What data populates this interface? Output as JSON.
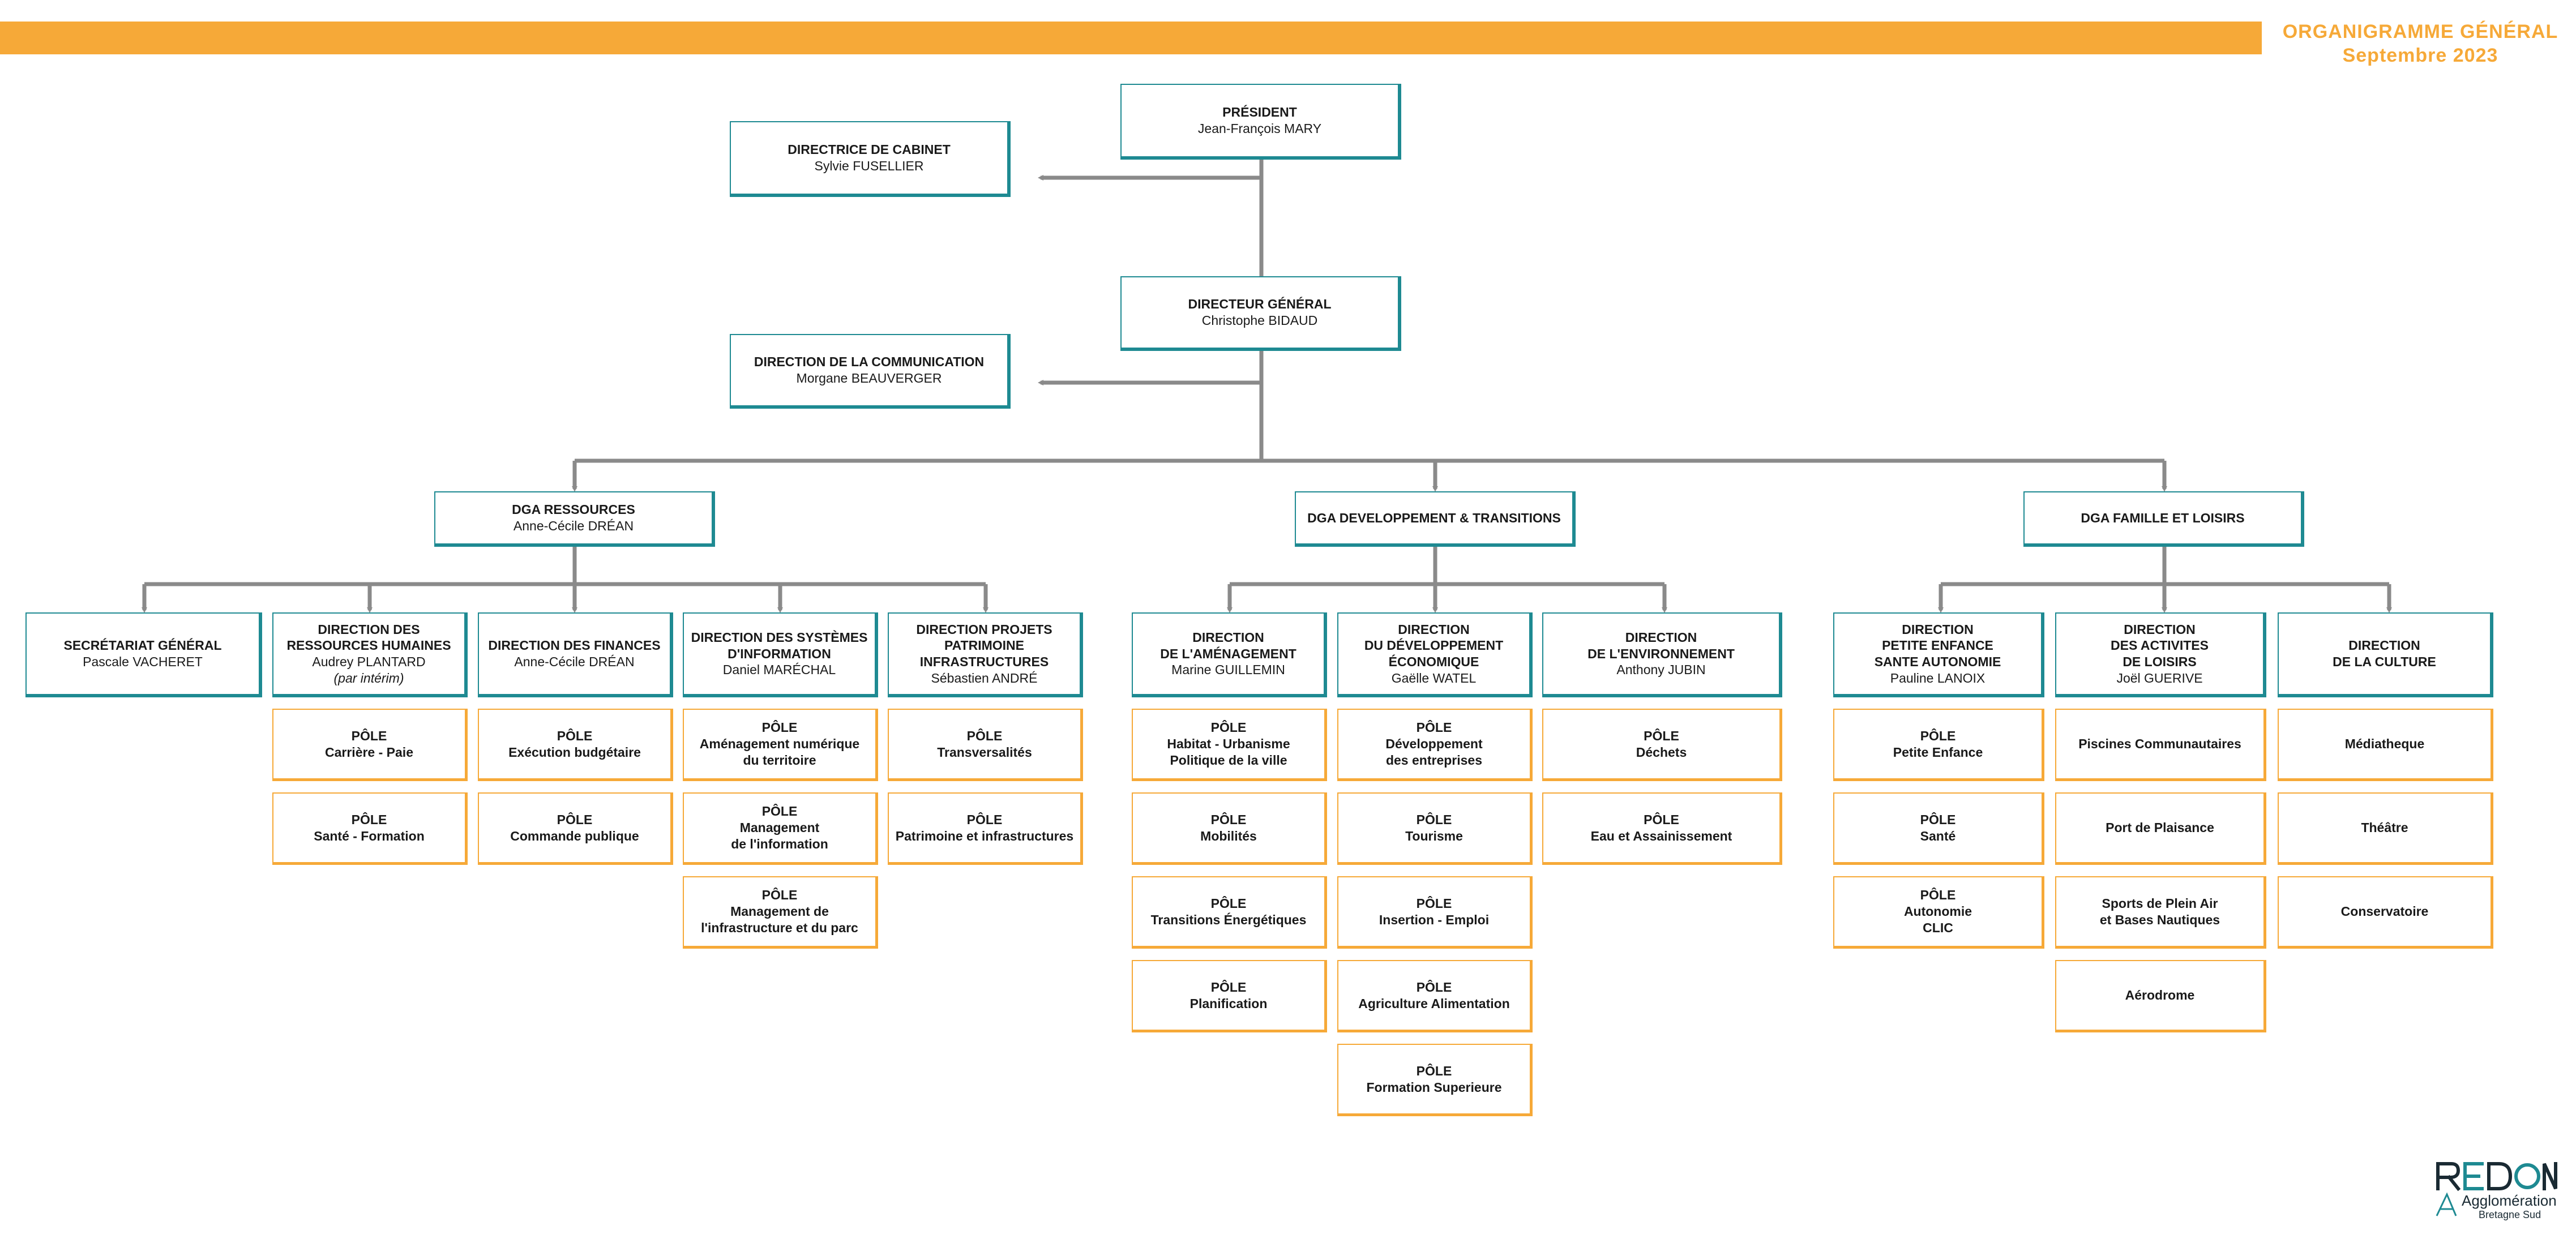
{
  "header": {
    "title": "ORGANIGRAMME GÉNÉRAL",
    "subtitle": "Septembre 2023",
    "accent_color": "#f6a938",
    "teal_color": "#1e8a92"
  },
  "president": {
    "title": "PRÉSIDENT",
    "name": "Jean-François MARY"
  },
  "cabinet": {
    "title": "DIRECTRICE DE CABINET",
    "name": "Sylvie FUSELLIER"
  },
  "dg": {
    "title": "DIRECTEUR GÉNÉRAL",
    "name": "Christophe BIDAUD"
  },
  "communication": {
    "title": "DIRECTION DE LA COMMUNICATION",
    "name": "Morgane BEAUVERGER"
  },
  "dga_ressources": {
    "title": "DGA RESSOURCES",
    "name": "Anne-Cécile DRÉAN"
  },
  "dga_dev": {
    "title": "DGA DEVELOPPEMENT & TRANSITIONS"
  },
  "dga_famille": {
    "title": "DGA FAMILLE ET LOISIRS"
  },
  "directions": {
    "secretariat": {
      "title": "SECRÉTARIAT GÉNÉRAL",
      "name": "Pascale VACHERET"
    },
    "rh": {
      "title": "DIRECTION DES\nRESSOURCES HUMAINES",
      "name": "Audrey PLANTARD",
      "note": "(par intérim)",
      "poles": [
        "PÔLE\nCarrière - Paie",
        "PÔLE\nSanté - Formation"
      ]
    },
    "finances": {
      "title": "DIRECTION DES FINANCES",
      "name": "Anne-Cécile DRÉAN",
      "poles": [
        "PÔLE\nExécution budgétaire",
        "PÔLE\nCommande publique"
      ]
    },
    "si": {
      "title": "DIRECTION DES SYSTÈMES\nD'INFORMATION",
      "name": "Daniel MARÉCHAL",
      "poles": [
        "PÔLE\nAménagement numérique\ndu territoire",
        "PÔLE\nManagement\nde l'information",
        "PÔLE\nManagement de\nl'infrastructure et du parc"
      ]
    },
    "projets": {
      "title": "DIRECTION PROJETS\nPATRIMOINE\nINFRASTRUCTURES",
      "name": "Sébastien ANDRÉ",
      "poles": [
        "PÔLE\nTransversalités",
        "PÔLE\nPatrimoine et infrastructures"
      ]
    },
    "amenagement": {
      "title": "DIRECTION\nDE L'AMÉNAGEMENT",
      "name": "Marine GUILLEMIN",
      "poles": [
        "PÔLE\nHabitat - Urbanisme\nPolitique de la ville",
        "PÔLE\nMobilités",
        "PÔLE\nTransitions Énergétiques",
        "PÔLE\nPlanification"
      ]
    },
    "eco": {
      "title": "DIRECTION\nDU DÉVELOPPEMENT\nÉCONOMIQUE",
      "name": "Gaëlle WATEL",
      "poles": [
        "PÔLE\nDéveloppement\ndes entreprises",
        "PÔLE\nTourisme",
        "PÔLE\nInsertion - Emploi",
        "PÔLE\nAgriculture Alimentation",
        "PÔLE\nFormation Superieure"
      ]
    },
    "environnement": {
      "title": "DIRECTION\nDE L'ENVIRONNEMENT",
      "name": "Anthony JUBIN",
      "poles": [
        "PÔLE\nDéchets",
        "PÔLE\nEau et Assainissement"
      ]
    },
    "enfance": {
      "title": "DIRECTION\nPETITE ENFANCE\nSANTE AUTONOMIE",
      "name": "Pauline LANOIX",
      "poles": [
        "PÔLE\nPetite Enfance",
        "PÔLE\nSanté",
        "PÔLE\nAutonomie\nCLIC"
      ]
    },
    "loisirs": {
      "title": "DIRECTION\nDES ACTIVITES\nDE LOISIRS",
      "name": "Joël GUERIVE",
      "poles": [
        "Piscines Communautaires",
        "Port de Plaisance",
        "Sports de Plein Air\net Bases Nautiques",
        "Aérodrome"
      ]
    },
    "culture": {
      "title": "DIRECTION\nDE LA CULTURE",
      "poles": [
        "Médiatheque",
        "Théâtre",
        "Conservatoire"
      ]
    }
  },
  "logo": {
    "brand": "REDON",
    "line1": "Agglomération",
    "line2": "Bretagne Sud"
  }
}
